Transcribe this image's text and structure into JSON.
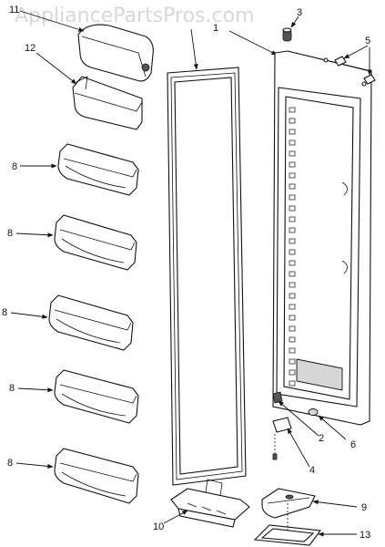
{
  "watermark": "AppliancePartsPros.com",
  "callouts": {
    "n1": "1",
    "n2": "2",
    "n3": "3",
    "n4": "4",
    "n5": "5",
    "n6": "6",
    "n8a": "8",
    "n8b": "8",
    "n8c": "8",
    "n8d": "8",
    "n8e": "8",
    "n9": "9",
    "n10": "10",
    "n11": "11",
    "n12": "12",
    "n13": "13"
  }
}
